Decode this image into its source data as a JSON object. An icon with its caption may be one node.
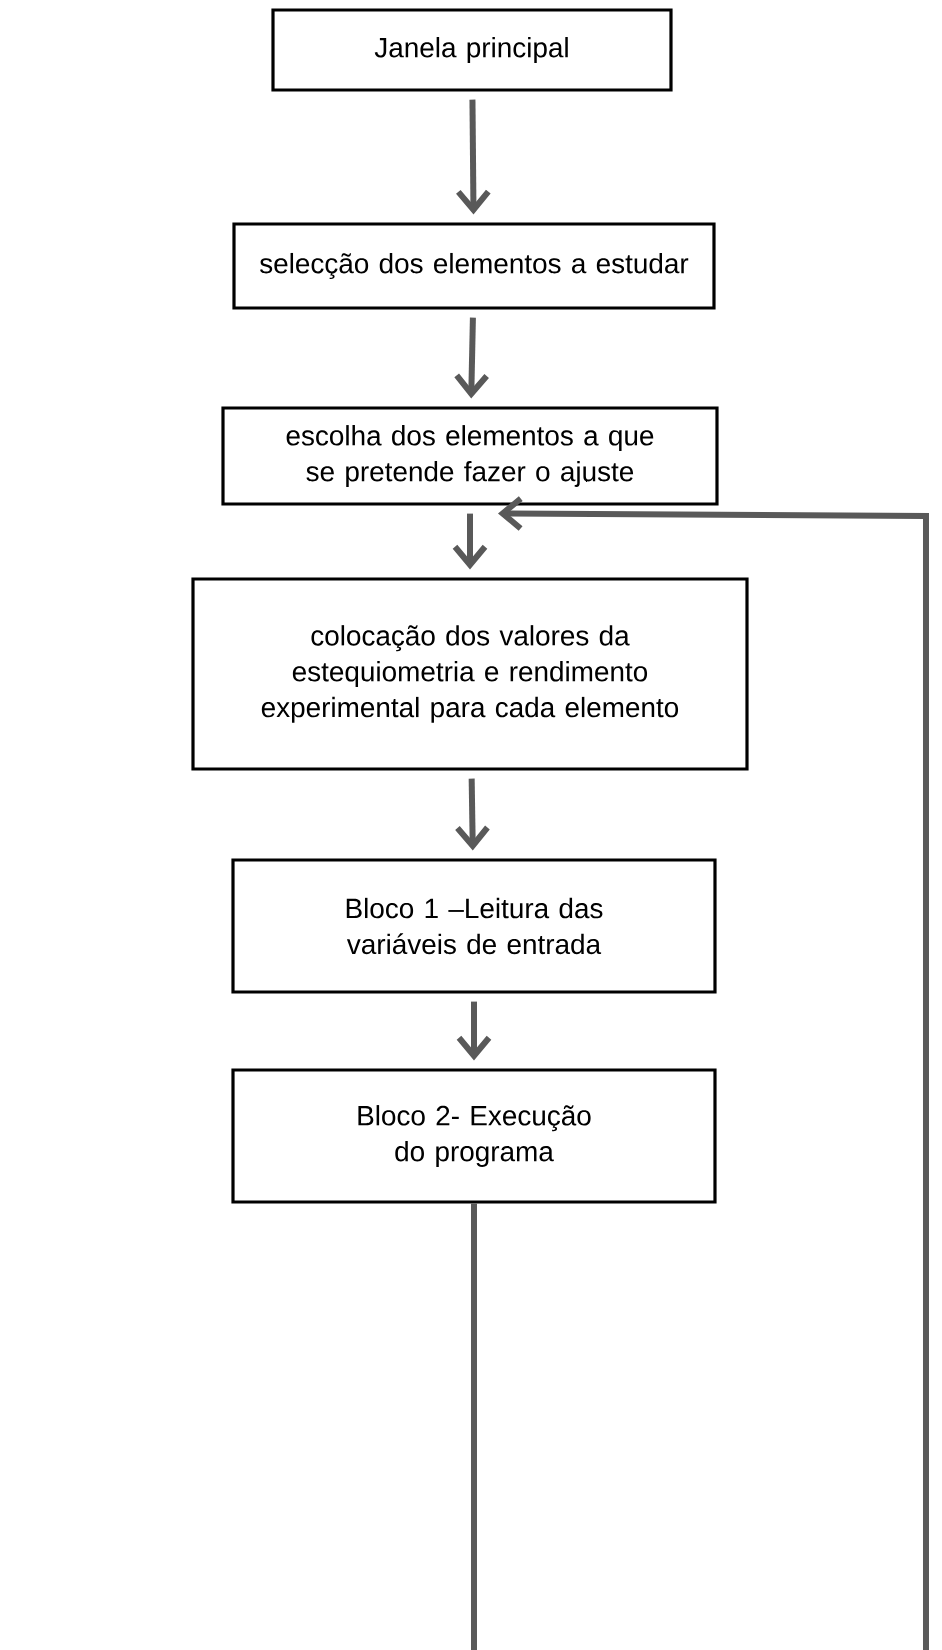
{
  "diagram": {
    "nodes": [
      {
        "text": [
          "Janela principal"
        ]
      },
      {
        "text": [
          "selecção dos elementos a estudar"
        ]
      },
      {
        "text": [
          "escolha dos elementos a que se pretende fazer o ajuste"
        ]
      },
      {
        "text": [
          "colocação dos valores da estequiometria e rendimento experimental para cada elemento"
        ]
      },
      {
        "text": [
          "Bloco 1 –Leitura das variáveis de entrada"
        ]
      },
      {
        "text": [
          "Bloco 2- Execução do programa"
        ]
      }
    ],
    "edges": [
      {
        "from": 0,
        "to": 1,
        "arrow": "to"
      },
      {
        "from": 1,
        "to": 2,
        "arrow": "to"
      },
      {
        "from": 2,
        "to": 3,
        "arrow": "to"
      },
      {
        "from": 3,
        "to": 4,
        "arrow": "to"
      },
      {
        "from": 4,
        "to": 5,
        "arrow": "to"
      },
      {
        "from": 5,
        "to": null,
        "arrow": "none"
      },
      {
        "from": null,
        "to": 3,
        "arrow": "to"
      }
    ]
  }
}
